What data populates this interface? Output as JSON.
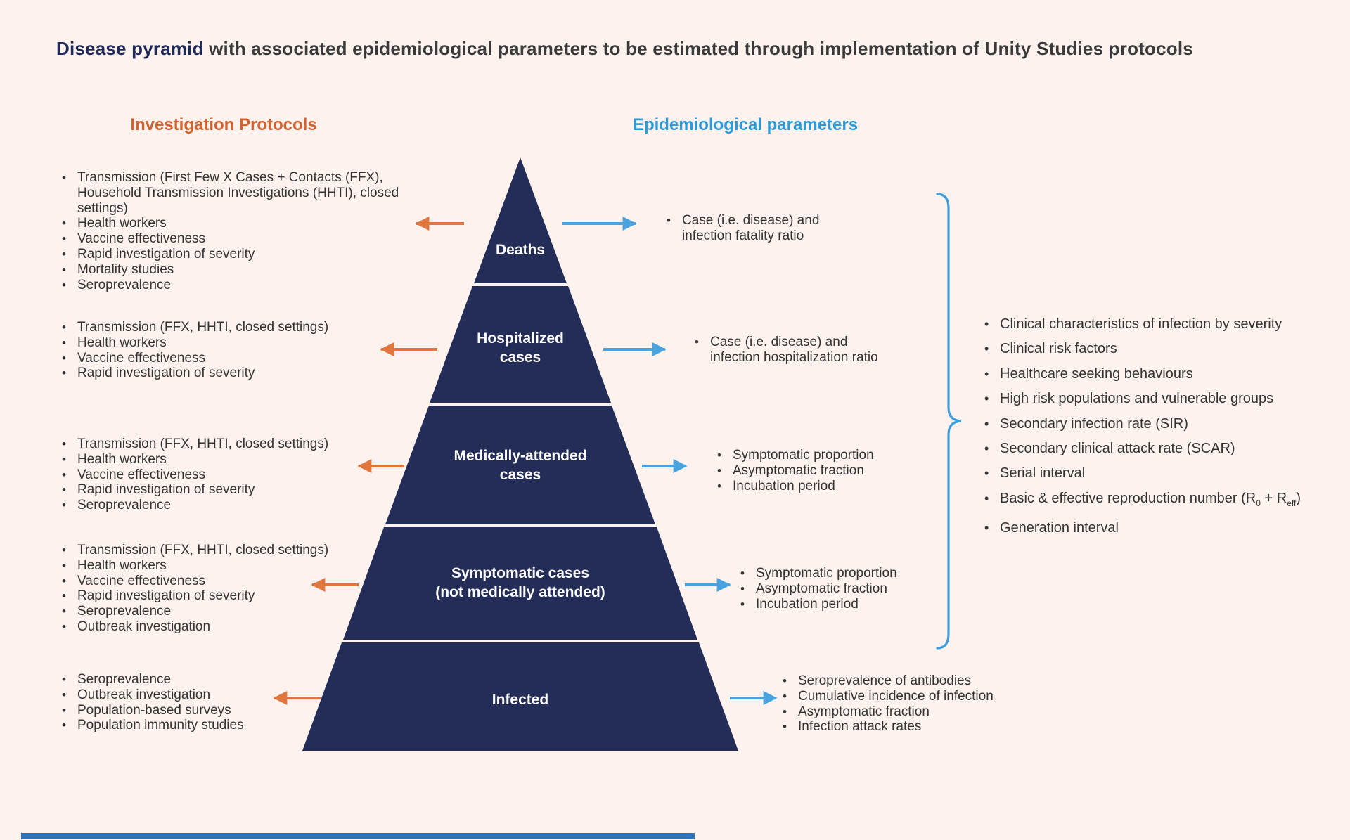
{
  "title": {
    "highlight": "Disease pyramid",
    "rest": " with associated epidemiological parameters to be estimated through implementation of Unity Studies protocols"
  },
  "column_headers": {
    "investigation_protocols": "Investigation Protocols",
    "epidemiological_parameters": "Epidemiological parameters"
  },
  "pyramid": {
    "levels": [
      {
        "label": "Deaths"
      },
      {
        "label": "Hospitalized\ncases"
      },
      {
        "label": "Medically-attended\ncases"
      },
      {
        "label": "Symptomatic cases\n(not medically attended)"
      },
      {
        "label": "Infected"
      }
    ]
  },
  "investigation_protocols": [
    {
      "level": "Deaths",
      "items": [
        "Transmission (First Few X Cases + Contacts (FFX), Household Transmission Investigations (HHTI), closed settings)",
        "Health workers",
        "Vaccine effectiveness",
        "Rapid investigation of severity",
        "Mortality studies",
        "Seroprevalence"
      ]
    },
    {
      "level": "Hospitalized cases",
      "items": [
        "Transmission (FFX, HHTI, closed settings)",
        "Health workers",
        "Vaccine effectiveness",
        "Rapid investigation of severity"
      ]
    },
    {
      "level": "Medically-attended cases",
      "items": [
        "Transmission (FFX, HHTI, closed settings)",
        "Health workers",
        "Vaccine effectiveness",
        "Rapid investigation of severity",
        "Seroprevalence"
      ]
    },
    {
      "level": "Symptomatic cases (not medically attended)",
      "items": [
        "Transmission (FFX, HHTI, closed settings)",
        "Health workers",
        "Vaccine effectiveness",
        "Rapid investigation of severity",
        "Seroprevalence",
        "Outbreak investigation"
      ]
    },
    {
      "level": "Infected",
      "items": [
        "Seroprevalence",
        "Outbreak investigation",
        "Population-based surveys",
        "Population immunity studies"
      ]
    }
  ],
  "epidemiological_parameters": [
    {
      "level": "Deaths",
      "items": [
        "Case (i.e. disease) and infection fatality ratio"
      ]
    },
    {
      "level": "Hospitalized cases",
      "items": [
        "Case (i.e. disease) and infection hospitalization ratio"
      ]
    },
    {
      "level": "Medically-attended cases",
      "items": [
        "Symptomatic proportion",
        "Asymptomatic fraction",
        "Incubation period"
      ]
    },
    {
      "level": "Symptomatic cases (not medically attended)",
      "items": [
        "Symptomatic proportion",
        "Asymptomatic fraction",
        "Incubation period"
      ]
    },
    {
      "level": "Infected",
      "items": [
        "Seroprevalence of antibodies",
        "Cumulative incidence of infection",
        "Asymptomatic fraction",
        "Infection attack rates"
      ]
    }
  ],
  "shared_parameters": {
    "items": [
      "Clinical characteristics of infection by severity",
      "Clinical risk factors",
      "Healthcare seeking behaviours",
      "High risk populations and vulnerable groups",
      "Secondary infection rate (SIR)",
      "Secondary clinical attack rate (SCAR)",
      "Serial interval",
      "Basic & effective reproduction number (R0 + Reff)",
      "Generation interval"
    ],
    "reproduction_item": {
      "prefix": "Basic & effective reproduction number (R",
      "sub_basic": "0",
      "mid": " + R",
      "sub_effective": "eff",
      "close": ")"
    }
  },
  "colors": {
    "background": "#fdf2ee",
    "pyramid_navy": "#232d58",
    "title_navy": "#1f2a56",
    "header_orange": "#d2622f",
    "arrow_orange": "#e0763e",
    "header_blue": "#2d9bd8",
    "arrow_blue": "#4aa3de",
    "brace_blue": "#3f9edd",
    "body_text": "#333333",
    "level_label": "#ffffff",
    "footer_bar_blue": "#2e73b8"
  }
}
